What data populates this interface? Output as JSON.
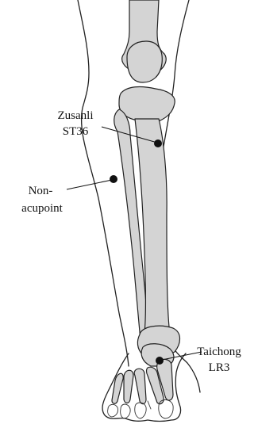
{
  "labels": {
    "zusanli_line1": "Zusanli",
    "zusanli_line2": "ST36",
    "non_line1": "Non-",
    "non_line2": "acupoint",
    "taichong_line1": "Taichong",
    "taichong_line2": "LR3"
  },
  "colors": {
    "bone_fill": "#d4d4d4",
    "outline": "#222222",
    "point": "#111111"
  }
}
